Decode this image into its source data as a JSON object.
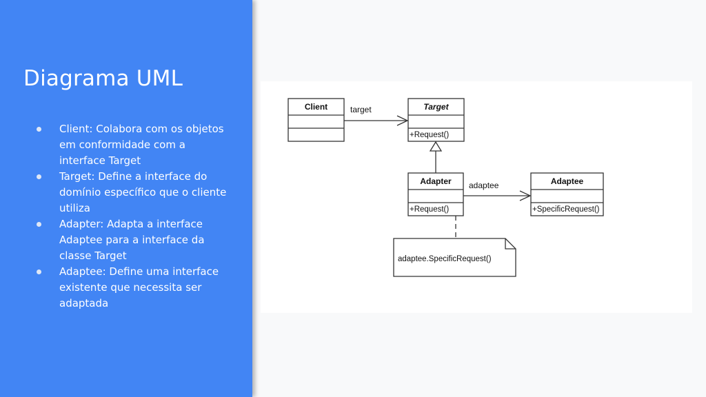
{
  "slide": {
    "title": "Diagrama UML",
    "bullets": [
      "Client: Colabora com os objetos em conformidade com a interface Target",
      "Target: Define a interface do domínio específico que o cliente utiliza",
      "Adapter: Adapta a interface Adaptee para a interface da classe Target",
      "Adaptee: Define uma interface existente que necessita ser adaptada"
    ]
  },
  "diagram": {
    "classes": {
      "client": {
        "name": "Client",
        "method": ""
      },
      "target": {
        "name": "Target",
        "method": "+Request()"
      },
      "adapter": {
        "name": "Adapter",
        "method": "+Request()"
      },
      "adaptee": {
        "name": "Adaptee",
        "method": "+SpecificRequest()"
      }
    },
    "associations": {
      "client_target": "target",
      "adapter_adaptee": "adaptee"
    },
    "note": "adaptee.SpecificRequest()"
  },
  "colors": {
    "panel": "#4285f4",
    "background": "#f8f9fa",
    "diagram_background": "#ffffff",
    "uml_line": "#333333"
  }
}
